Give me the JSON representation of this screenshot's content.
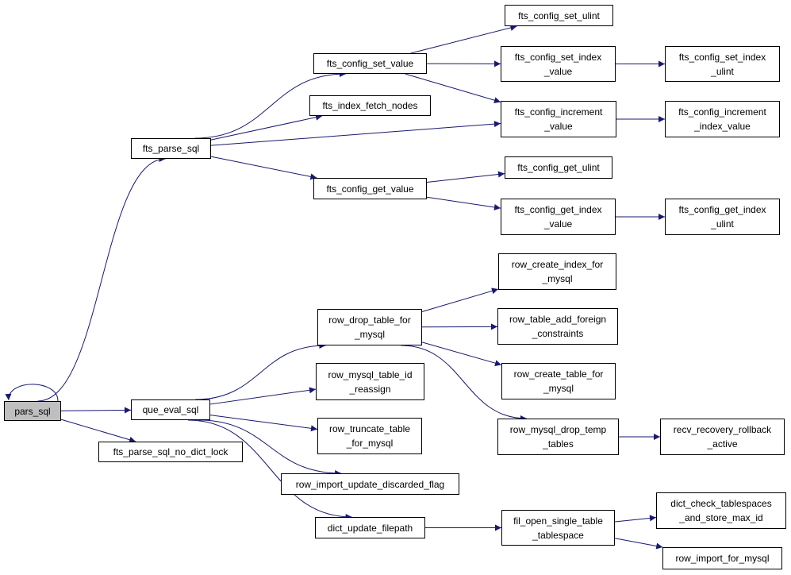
{
  "colors": {
    "edge": "#191970",
    "node_border": "#000000",
    "node_fill": "#ffffff",
    "root_fill": "#bfbfbf"
  },
  "nodes": {
    "pars_sql": "pars_sql",
    "fts_parse_sql": "fts_parse_sql",
    "que_eval_sql": "que_eval_sql",
    "fts_parse_sql_no_dict_lock": "fts_parse_sql_no_dict_lock",
    "fts_config_set_value": "fts_config_set_value",
    "fts_index_fetch_nodes": "fts_index_fetch_nodes",
    "fts_config_get_value": "fts_config_get_value",
    "fts_config_set_ulint": "fts_config_set_ulint",
    "fts_config_set_index_value": "fts_config_set_index\n_value",
    "fts_config_increment_value": "fts_config_increment\n_value",
    "fts_config_get_ulint": "fts_config_get_ulint",
    "fts_config_get_index_value": "fts_config_get_index\n_value",
    "fts_config_set_index_ulint": "fts_config_set_index\n_ulint",
    "fts_config_increment_index_value": "fts_config_increment\n_index_value",
    "fts_config_get_index_ulint": "fts_config_get_index\n_ulint",
    "row_drop_table_for_mysql": "row_drop_table_for\n_mysql",
    "row_mysql_table_id_reassign": "row_mysql_table_id\n_reassign",
    "row_truncate_table_for_mysql": "row_truncate_table\n_for_mysql",
    "row_import_update_discarded_flag": "row_import_update_discarded_flag",
    "dict_update_filepath": "dict_update_filepath",
    "row_create_index_for_mysql": "row_create_index_for\n_mysql",
    "row_table_add_foreign_constraints": "row_table_add_foreign\n_constraints",
    "row_create_table_for_mysql": "row_create_table_for\n_mysql",
    "row_mysql_drop_temp_tables": "row_mysql_drop_temp\n_tables",
    "fil_open_single_table_tablespace": "fil_open_single_table\n_tablespace",
    "recv_recovery_rollback_active": "recv_recovery_rollback\n_active",
    "dict_check_tablespaces_and_store_max_id": "dict_check_tablespaces\n_and_store_max_id",
    "row_import_for_mysql": "row_import_for_mysql"
  },
  "edges": [
    [
      "pars_sql",
      "pars_sql"
    ],
    [
      "pars_sql",
      "fts_parse_sql"
    ],
    [
      "pars_sql",
      "que_eval_sql"
    ],
    [
      "pars_sql",
      "fts_parse_sql_no_dict_lock"
    ],
    [
      "fts_parse_sql",
      "fts_config_set_value"
    ],
    [
      "fts_parse_sql",
      "fts_index_fetch_nodes"
    ],
    [
      "fts_parse_sql",
      "fts_config_increment_value"
    ],
    [
      "fts_parse_sql",
      "fts_config_get_value"
    ],
    [
      "fts_config_set_value",
      "fts_config_set_ulint"
    ],
    [
      "fts_config_set_value",
      "fts_config_set_index_value"
    ],
    [
      "fts_config_set_value",
      "fts_config_increment_value"
    ],
    [
      "fts_config_set_index_value",
      "fts_config_set_index_ulint"
    ],
    [
      "fts_config_increment_value",
      "fts_config_increment_index_value"
    ],
    [
      "fts_config_get_value",
      "fts_config_get_ulint"
    ],
    [
      "fts_config_get_value",
      "fts_config_get_index_value"
    ],
    [
      "fts_config_get_index_value",
      "fts_config_get_index_ulint"
    ],
    [
      "que_eval_sql",
      "row_drop_table_for_mysql"
    ],
    [
      "que_eval_sql",
      "row_mysql_table_id_reassign"
    ],
    [
      "que_eval_sql",
      "row_truncate_table_for_mysql"
    ],
    [
      "que_eval_sql",
      "row_import_update_discarded_flag"
    ],
    [
      "que_eval_sql",
      "dict_update_filepath"
    ],
    [
      "row_drop_table_for_mysql",
      "row_create_index_for_mysql"
    ],
    [
      "row_drop_table_for_mysql",
      "row_table_add_foreign_constraints"
    ],
    [
      "row_drop_table_for_mysql",
      "row_create_table_for_mysql"
    ],
    [
      "row_drop_table_for_mysql",
      "row_mysql_drop_temp_tables"
    ],
    [
      "row_mysql_drop_temp_tables",
      "recv_recovery_rollback_active"
    ],
    [
      "dict_update_filepath",
      "fil_open_single_table_tablespace"
    ],
    [
      "fil_open_single_table_tablespace",
      "dict_check_tablespaces_and_store_max_id"
    ],
    [
      "fil_open_single_table_tablespace",
      "row_import_for_mysql"
    ]
  ]
}
